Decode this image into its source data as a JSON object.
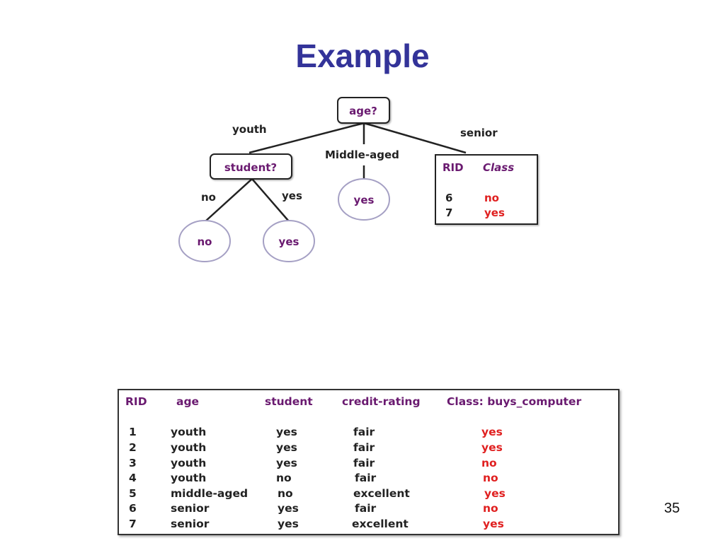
{
  "slide": {
    "title": "Example",
    "page_number": "35"
  },
  "tree": {
    "root": "age?",
    "branches": {
      "youth": "youth",
      "middle_aged": "Middle-aged",
      "senior": "senior",
      "no": "no",
      "yes": "yes"
    },
    "nodes": {
      "student": "student?",
      "leaf_no": "no",
      "leaf_yes": "yes",
      "leaf_middle_yes": "yes"
    },
    "senior_table": {
      "headers": [
        "RID",
        "Class"
      ],
      "rows": [
        {
          "rid": "6",
          "class": "no"
        },
        {
          "rid": "7",
          "class": "yes"
        }
      ]
    }
  },
  "data_table": {
    "headers": [
      "RID",
      "age",
      "student",
      "credit-rating",
      "Class: buys_computer"
    ],
    "rows": [
      {
        "rid": "1",
        "age": "youth",
        "student": "yes",
        "credit": "fair",
        "class": "yes"
      },
      {
        "rid": "2",
        "age": "youth",
        "student": "yes",
        "credit": "fair",
        "class": "yes"
      },
      {
        "rid": "3",
        "age": "youth",
        "student": "yes",
        "credit": "fair",
        "class": "no"
      },
      {
        "rid": "4",
        "age": "youth",
        "student": "no",
        "credit": "fair",
        "class": "no"
      },
      {
        "rid": "5",
        "age": "middle-aged",
        "student": "no",
        "credit": "excellent",
        "class": "yes"
      },
      {
        "rid": "6",
        "age": "senior",
        "student": "yes",
        "credit": "fair",
        "class": "no"
      },
      {
        "rid": "7",
        "age": "senior",
        "student": "yes",
        "credit": "excellent",
        "class": "yes"
      }
    ]
  }
}
